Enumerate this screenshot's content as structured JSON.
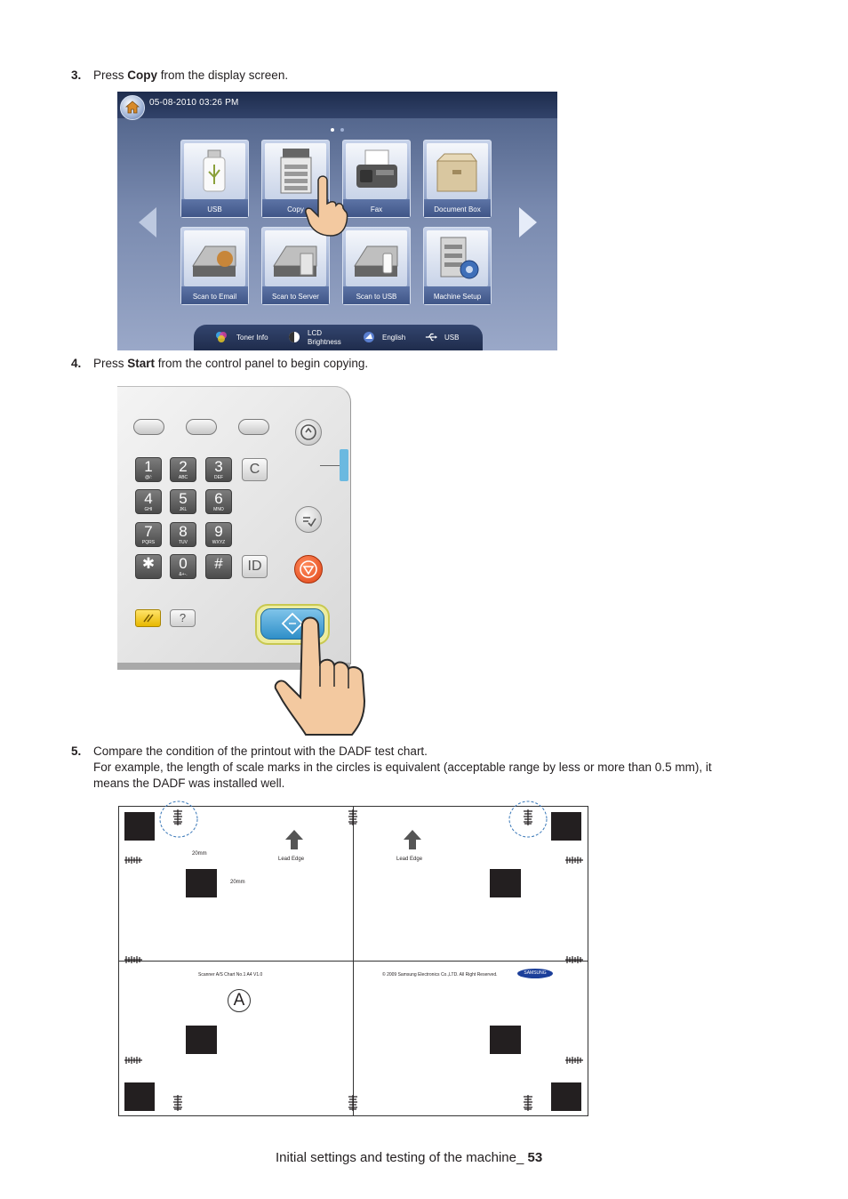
{
  "steps": [
    {
      "number": "3.",
      "before": "Press ",
      "bold": "Copy",
      "after": " from the display screen."
    },
    {
      "number": "4.",
      "before": "Press ",
      "bold": "Start",
      "after": " from the control panel to begin copying."
    },
    {
      "number": "5.",
      "line1": "Compare the condition of the printout with the DADF test chart.",
      "line2": "For example, the length of scale marks in the circles is equivalent (acceptable range by less or more than 0.5 mm), it",
      "line3": "means the DADF was installed well."
    }
  ],
  "screen": {
    "datetime": "05-08-2010 03:26 PM",
    "tiles": [
      "USB",
      "Copy",
      "Fax",
      "Document Box",
      "Scan to Email",
      "Scan to Server",
      "Scan to USB",
      "Machine Setup"
    ],
    "bottom_bar": {
      "toner": "Toner Info",
      "lcd_line1": "LCD",
      "lcd_line2": "Brightness",
      "language": "English",
      "usb": "USB"
    }
  },
  "keypad": {
    "keys": [
      {
        "digit": "1",
        "sub": "@/:"
      },
      {
        "digit": "2",
        "sub": "ABC"
      },
      {
        "digit": "3",
        "sub": "DEF"
      },
      {
        "digit": "4",
        "sub": "GHI"
      },
      {
        "digit": "5",
        "sub": "JKL"
      },
      {
        "digit": "6",
        "sub": "MNO"
      },
      {
        "digit": "7",
        "sub": "PQRS"
      },
      {
        "digit": "8",
        "sub": "TUV"
      },
      {
        "digit": "9",
        "sub": "WXYZ"
      },
      {
        "digit": "✱",
        "sub": ""
      },
      {
        "digit": "0",
        "sub": "&+-."
      },
      {
        "digit": "#",
        "sub": ""
      }
    ],
    "clear_label": "C",
    "id_label": "ID",
    "help_label": "?"
  },
  "test_chart": {
    "label_20mm_a": "20mm",
    "label_20mm_b": "20mm",
    "lead_edge_left": "Lead Edge",
    "lead_edge_right": "Lead Edge",
    "chart_name": "Scanner A/S Chart No.1   A4 V1.0",
    "copyright": "© 2009 Samsung Electronics Co.,LTD.   All Right Reserved.",
    "brand": "SAMSUNG",
    "letter": "A"
  },
  "footer": {
    "text": "Initial settings and testing of the machine_ ",
    "page": "53"
  }
}
